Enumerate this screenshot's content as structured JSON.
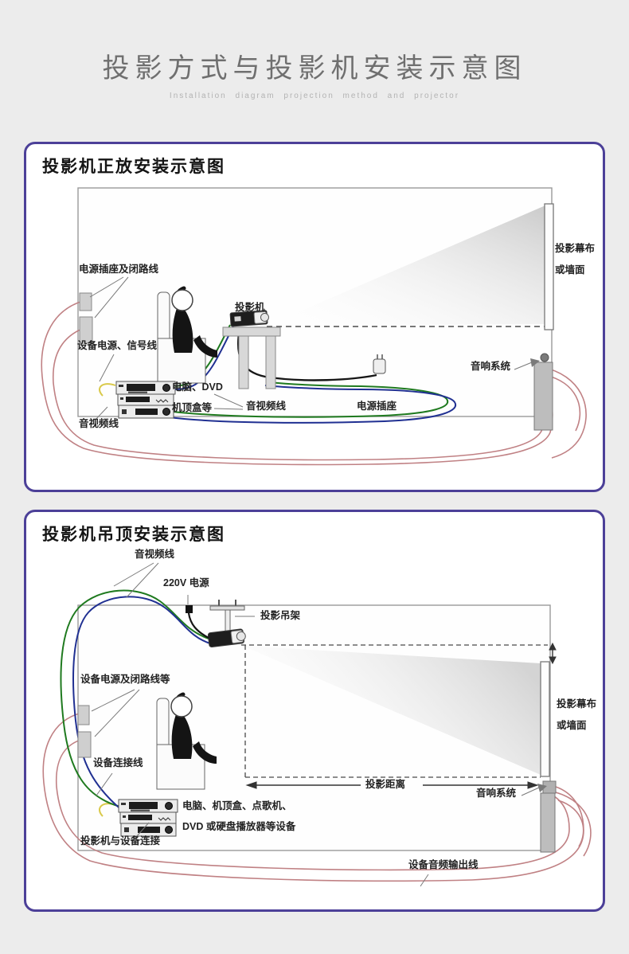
{
  "page": {
    "title": "投影方式与投影机安装示意图",
    "subtitle": "Installation diagram projection method and projector"
  },
  "panel1": {
    "title": "投影机正放安装示意图",
    "labels": {
      "power_socket_and_closed_circuit": "电源插座及闭路线",
      "equipment_power_signal": "设备电源、信号线",
      "projector": "投影机",
      "screen": "投影幕布\n或墙面",
      "computer_dvd": "电脑、DVD",
      "set_top_box_etc": "机顶盒等",
      "av_cable_right": "音视频线",
      "av_cable_left": "音视频线",
      "power_socket": "电源插座",
      "sound_system": "音响系统"
    }
  },
  "panel2": {
    "title": "投影机吊顶安装示意图",
    "labels": {
      "av_cable": "音视频线",
      "power_220v": "220V 电源",
      "ceiling_mount": "投影吊架",
      "equipment_power_and_closed_circuit": "设备电源及闭路线等",
      "equipment_connection": "设备连接线",
      "devices_line1": "电脑、机顶盒、点歌机、",
      "devices_line2": "DVD 或硬盘播放器等设备",
      "projector_equipment_connection": "投影机与设备连接",
      "projection_distance": "投影距离",
      "sound_system": "音响系统",
      "screen": "投影幕布\n或墙面",
      "equipment_audio_output": "设备音频输出线"
    }
  },
  "colors": {
    "panel_border": "#4c4098",
    "cable_green": "#1f7a1f",
    "cable_blue": "#203092",
    "cable_red": "#c08184",
    "cable_yellow": "#d9c94a"
  }
}
